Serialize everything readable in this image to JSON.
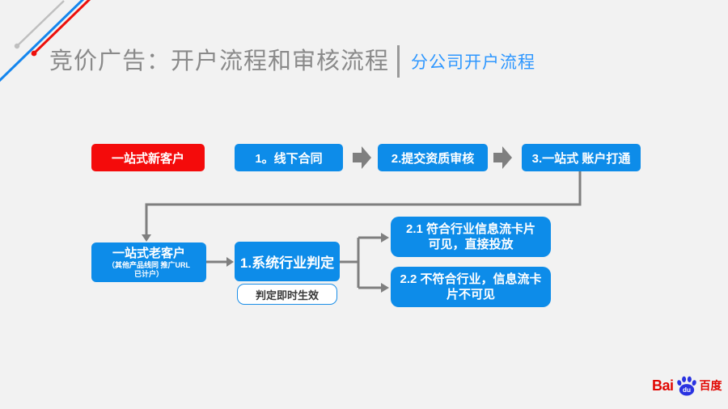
{
  "header": {
    "title": "竞价广告：开户流程和审核流程",
    "subtitle": "分公司开户流程"
  },
  "flow": {
    "new_customer": "一站式新客户",
    "step1": "1。线下合同",
    "step2": "2.提交资质审核",
    "step3": "3.一站式 账户打通",
    "old_customer": "一站式老客户",
    "old_customer_note_line1": "（其他产品线同 推广URL",
    "old_customer_note_line2": "已计户）",
    "judge": "1.系统行业判定",
    "judge_note": "判定即时生效",
    "branch_match_line1": "2.1 符合行业信息流卡片",
    "branch_match_line2": "可见，直接投放",
    "branch_mismatch_line1": "2.2 不符合行业，信息流卡",
    "branch_mismatch_line2": "片不可见"
  },
  "logo": {
    "bai": "Bai",
    "du": "du",
    "cn": "百度"
  },
  "colors": {
    "background": "#f2f2f2",
    "box_blue": "#0d8ce9",
    "box_red": "#f40b0b",
    "connector_gray": "#7f7f7f",
    "title_gray": "#8a8a8a",
    "subtitle_blue": "#2e97ff",
    "judge_note_border": "#1a8ee8",
    "decor_gray": "#bfbfbf",
    "decor_blue": "#1486ee",
    "decor_red": "#ed100c",
    "baidu_red": "#e10601",
    "baidu_blue": "#2932e1"
  }
}
